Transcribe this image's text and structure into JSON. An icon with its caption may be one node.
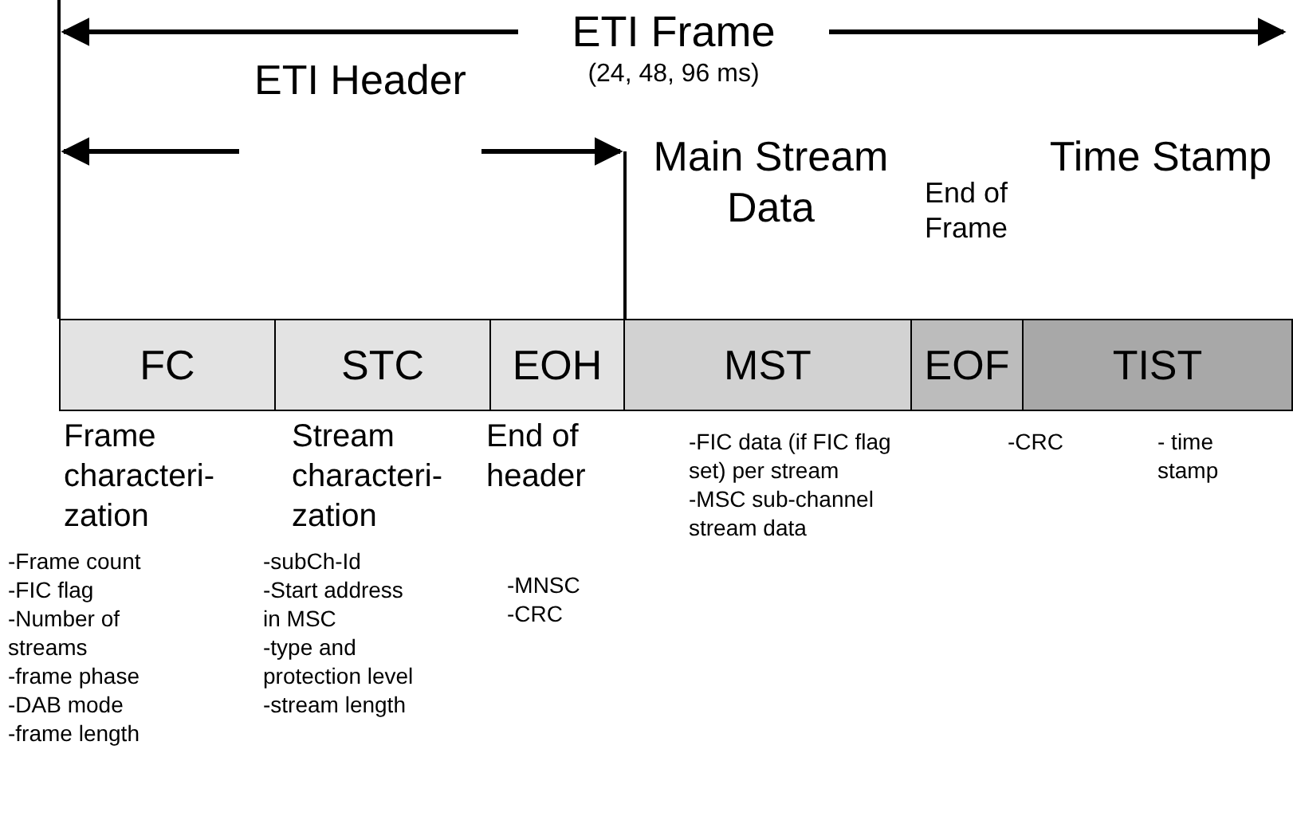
{
  "diagram": {
    "nodes": [
      {
        "text": [
          "FC"
        ],
        "beside": [
          "Frame characteri- zation",
          "-Frame count",
          "-FIC flag",
          "-Number of streams",
          "-frame phase",
          "-DAB mode",
          "-frame length"
        ]
      },
      {
        "text": [
          "STC"
        ],
        "beside": [
          "Stream characteri- zation",
          "-subCh-Id",
          "-Start address in MSC",
          "-type and protection level",
          "-stream length"
        ]
      },
      {
        "text": [
          "EOH"
        ],
        "beside": [
          "End of header",
          "-MNSC",
          "-CRC"
        ]
      },
      {
        "text": [
          "MST"
        ],
        "beside": [
          "-FIC data (if FIC flag set) per stream",
          "-MSC sub-channel stream data"
        ]
      },
      {
        "text": [
          "EOF"
        ],
        "beside": [
          "-CRC"
        ]
      },
      {
        "text": [
          "TIST"
        ],
        "beside": [
          "- time stamp"
        ]
      }
    ],
    "labels": [
      "ETI Frame",
      "(24, 48, 96 ms)",
      "ETI Header",
      "Main Stream Data",
      "End of Frame",
      "Time Stamp"
    ]
  }
}
